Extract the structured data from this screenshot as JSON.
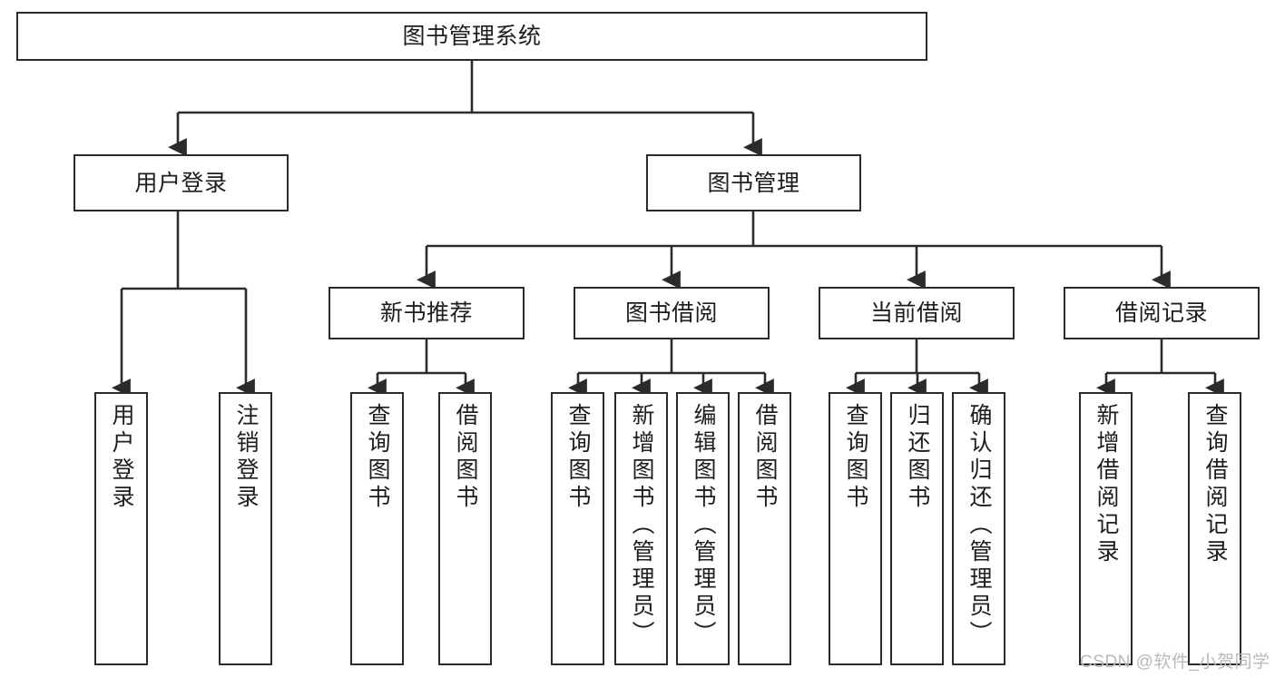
{
  "diagram": {
    "title": "图书管理系统",
    "type": "tree",
    "colors": {
      "stroke": "#2b2b2b",
      "fill": "#ffffff",
      "text": "#1d1d1d",
      "watermark": "#b9b9b9"
    },
    "root": {
      "label": "图书管理系统"
    },
    "level2": [
      {
        "label": "用户登录"
      },
      {
        "label": "图书管理"
      }
    ],
    "level3": [
      {
        "label": "新书推荐"
      },
      {
        "label": "图书借阅"
      },
      {
        "label": "当前借阅"
      },
      {
        "label": "借阅记录"
      }
    ],
    "leaves": {
      "user_login": [
        {
          "label": "用户登录"
        },
        {
          "label": "注销登录"
        }
      ],
      "new_book": [
        {
          "label": "查询图书"
        },
        {
          "label": "借阅图书"
        }
      ],
      "book_borrow": [
        {
          "label": "查询图书"
        },
        {
          "label": "新增图书（管理员）"
        },
        {
          "label": "编辑图书（管理员）"
        },
        {
          "label": "借阅图书"
        }
      ],
      "current_borrow": [
        {
          "label": "查询图书"
        },
        {
          "label": "归还图书"
        },
        {
          "label": "确认归还（管理员）"
        }
      ],
      "borrow_record": [
        {
          "label": "新增借阅记录"
        },
        {
          "label": "查询借阅记录"
        }
      ]
    }
  },
  "watermark": {
    "text": "CSDN @软件_小贺同学"
  }
}
